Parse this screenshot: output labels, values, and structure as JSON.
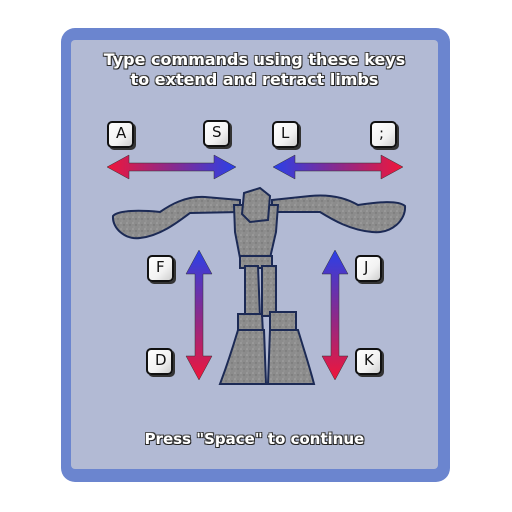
{
  "instructions": {
    "line1": "Type commands using these keys",
    "line2": "to extend and retract limbs"
  },
  "keys": {
    "a": "A",
    "s": "S",
    "l": "L",
    "semicolon": ";",
    "f": "F",
    "d": "D",
    "j": "J",
    "k": "K"
  },
  "footer": "Press \"Space\" to continue",
  "colors": {
    "frame": "#6b85cf",
    "panel": "#b2bad4",
    "extend_arrow": "#e8203a",
    "retract_arrow": "#2e3ee0"
  },
  "icons": [
    "robot-figure-icon",
    "double-arrow-icon"
  ]
}
